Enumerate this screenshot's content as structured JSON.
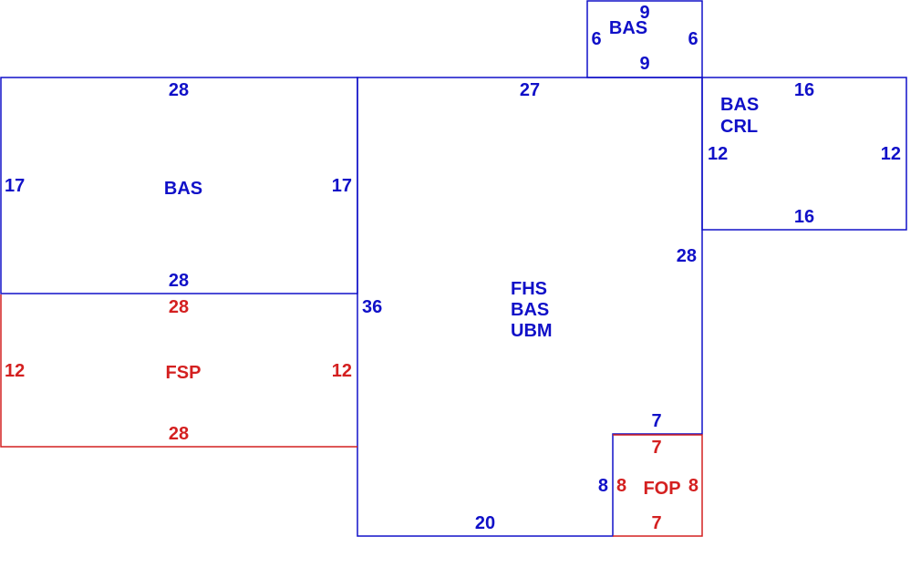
{
  "colors": {
    "blue": "#1010c8",
    "red": "#d42020",
    "background": "#ffffff"
  },
  "areas": {
    "bas_left": {
      "label": "BAS",
      "top": "28",
      "bottom": "28",
      "left": "17",
      "right": "17"
    },
    "fsp": {
      "label": "FSP",
      "top": "28",
      "bottom": "28",
      "left": "12",
      "right": "12"
    },
    "main": {
      "label_1": "FHS",
      "label_2": "BAS",
      "label_3": "UBM",
      "top": "27",
      "left": "36",
      "right": "28",
      "bottom": "20",
      "notch_top": "7",
      "notch_side": "8"
    },
    "bas_top": {
      "label": "BAS",
      "top": "9",
      "bottom": "9",
      "left": "6",
      "right": "6"
    },
    "bas_crl": {
      "label_1": "BAS",
      "label_2": "CRL",
      "top": "16",
      "bottom": "16",
      "left": "12",
      "right": "12"
    },
    "fop": {
      "label": "FOP",
      "top": "7",
      "bottom": "7",
      "left": "8",
      "right": "8"
    }
  }
}
